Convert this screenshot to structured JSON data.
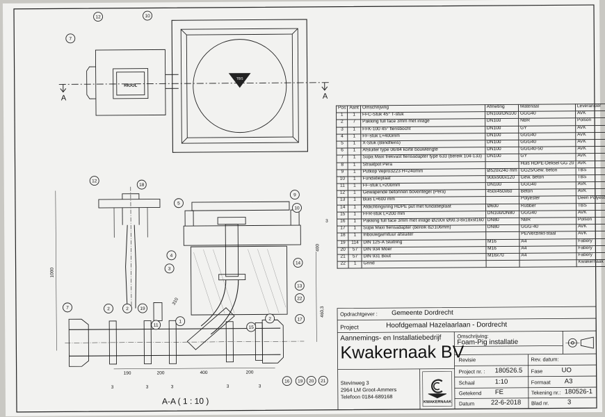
{
  "bom": {
    "headers": [
      "Pos",
      "Aant",
      "Omschrijving",
      "Afmeting",
      "Materiaal",
      "Leverancier"
    ],
    "rows": [
      [
        "1",
        "1",
        "FFC-Stuk 45° T-stuk",
        "DN100/DN100",
        "GGG40",
        "AVK"
      ],
      [
        "2",
        "7",
        "Pakking full face 3mm met inlage",
        "DN100",
        "NBR",
        "Polson"
      ],
      [
        "3",
        "1",
        "FFK-100 45° flensbocht",
        "DN100",
        "GY",
        "AVK"
      ],
      [
        "4",
        "1",
        "FF-stuk L=400mm",
        "DN100",
        "GGG40",
        "AVK"
      ],
      [
        "5",
        "1",
        "X-Stuk (Blindflens)",
        "DN100",
        "GGG40",
        "AVK"
      ],
      [
        "6",
        "1",
        "Afsluiter type 06/84 korte bouwlengte",
        "DN100",
        "GGG40-50",
        "AVK"
      ],
      [
        "7",
        "1",
        "Supa Maxi trekvast flensadapter type 633 (bereik 104-133)",
        "DN100",
        "GY",
        "AVK"
      ],
      [
        "8",
        "1",
        "Straatpot Pera",
        "",
        "Huis HDPE-Deksel GG 20",
        "AVK"
      ],
      [
        "9",
        "1",
        "Putkop Vepro3223 H=240mm",
        "Ø520x240 mm",
        "GG25/Gew. beton",
        "TBS"
      ],
      [
        "10",
        "1",
        "Fundatieplaat",
        "900x900x120",
        "Gew. beton",
        "TBS"
      ],
      [
        "11",
        "1",
        "FF-stuk L=200mm",
        "DN100",
        "GGG40",
        "AVK"
      ],
      [
        "12",
        "1",
        "Gewapende betonnen boventegel (Pera)",
        "450x450x60",
        "Beton",
        "AVK"
      ],
      [
        "13",
        "1",
        "Buis L=600 mm",
        "",
        "Polyester",
        "Deen Polyester"
      ],
      [
        "14",
        "1",
        "Afdichtingsring HDPE put met fundatieplaat",
        "Ø600",
        "Rubber",
        "TBS"
      ],
      [
        "15",
        "1",
        "FFR-stuk L=200 mm",
        "DN100/DN80",
        "GGG40",
        "AVK"
      ],
      [
        "16",
        "1",
        "Pakking full face 3mm met inlage Ø200x Ø90.3-8x18xst160",
        "DN80",
        "NBR",
        "Polson"
      ],
      [
        "17",
        "1",
        "Supa Maxi flensadapter (bereik 82/106mm)",
        "DN80",
        "GGG-40",
        "AVK"
      ],
      [
        "18",
        "1",
        "Inbouwgarnituur afsluiter",
        "",
        "PE/Verzinkt-staal",
        "AVK"
      ],
      [
        "19",
        "114",
        "DIN 125-A Sluitring",
        "M16",
        "A4",
        "Fabory"
      ],
      [
        "20",
        "57",
        "DIN 934 Moer",
        "M16",
        "A4",
        "Fabory"
      ],
      [
        "21",
        "57",
        "DIN 931 Bout",
        "M16x70",
        "A4",
        "Fabory"
      ],
      [
        "22",
        "1",
        "Grind",
        "",
        "",
        "Kwakernaak B.V."
      ]
    ]
  },
  "title_block": {
    "client_label": "Opdrachtgever :",
    "client": "Gemeente Dordrecht",
    "project_label": "Project",
    "project": "Hoofdgemaal Hazelaarlaan - Dordrecht",
    "company_tagline": "Aannemings- en Installatiebedrijf",
    "company": "Kwakernaak BV",
    "description_label": "Omschrijving:",
    "description": "Foam-Pig installatie",
    "revision_label": "Revisie",
    "rev_date_label": "Rev. datum:",
    "project_nr_label": "Project nr. :",
    "project_nr": "180526.5",
    "phase_label": "Fase",
    "phase": "UO",
    "scale_label": "Schaal",
    "scale": "1:10",
    "format_label": "Formaat",
    "format": "A3",
    "drawn_label": "Getekend",
    "drawn": "FE",
    "drawing_nr_label": "Tekening nr.:",
    "drawing_nr": "180526-1",
    "date_label": "Datum",
    "date": "22-6-2018",
    "sheet_label": "Blad nr.",
    "sheet": "3",
    "address_line1": "Stevinweg 3",
    "address_line2": "2964 LM Groot-Ammers",
    "address_line3": "Telefoon 0184-689168",
    "logo_text": "KWAKERNAAK"
  },
  "drawing": {
    "section_title": "A-A ( 1 : 10 )",
    "section_marker": "A",
    "plate_label": "RIOOL",
    "cover_label": "TBS",
    "callouts": [
      "12",
      "10",
      "7",
      "12",
      "18",
      "5",
      "9",
      "10",
      "4",
      "14",
      "3",
      "13",
      "22",
      "7",
      "2",
      "19",
      "2",
      "1",
      "11",
      "15",
      "2",
      "17",
      "16",
      "19",
      "20",
      "21"
    ],
    "dims": {
      "d190": "190",
      "d200a": "200",
      "d400h": "400",
      "d200b": "200",
      "d3": "3",
      "d1000": "1000",
      "d460": "460,3",
      "d400v": "400",
      "d310": "310"
    }
  }
}
